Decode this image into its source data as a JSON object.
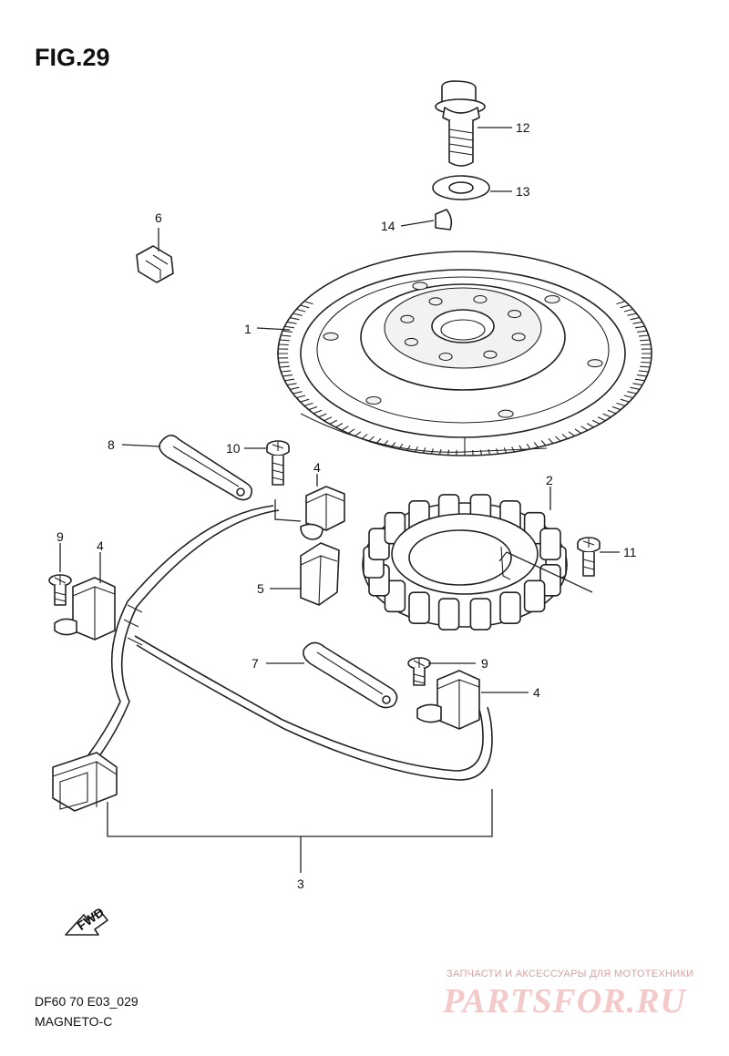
{
  "figure": {
    "title": "FIG.29",
    "code": "DF60 70 E03_029",
    "name": "MAGNETO-C"
  },
  "callouts": {
    "c1": "1",
    "c2": "2",
    "c3": "3",
    "c4a": "4",
    "c4b": "4",
    "c4c": "4",
    "c5": "5",
    "c6": "6",
    "c7": "7",
    "c8": "8",
    "c9a": "9",
    "c9b": "9",
    "c10": "10",
    "c11": "11",
    "c12": "12",
    "c13": "13",
    "c14": "14"
  },
  "fwd_label": "FWD",
  "watermark": {
    "text": "ЗАПЧАСТИ И АКСЕССУАРЫ ДЛЯ МОТОТЕХНИКИ",
    "logo": "PARTSFOR.RU",
    "color": "#f3c9c9"
  }
}
